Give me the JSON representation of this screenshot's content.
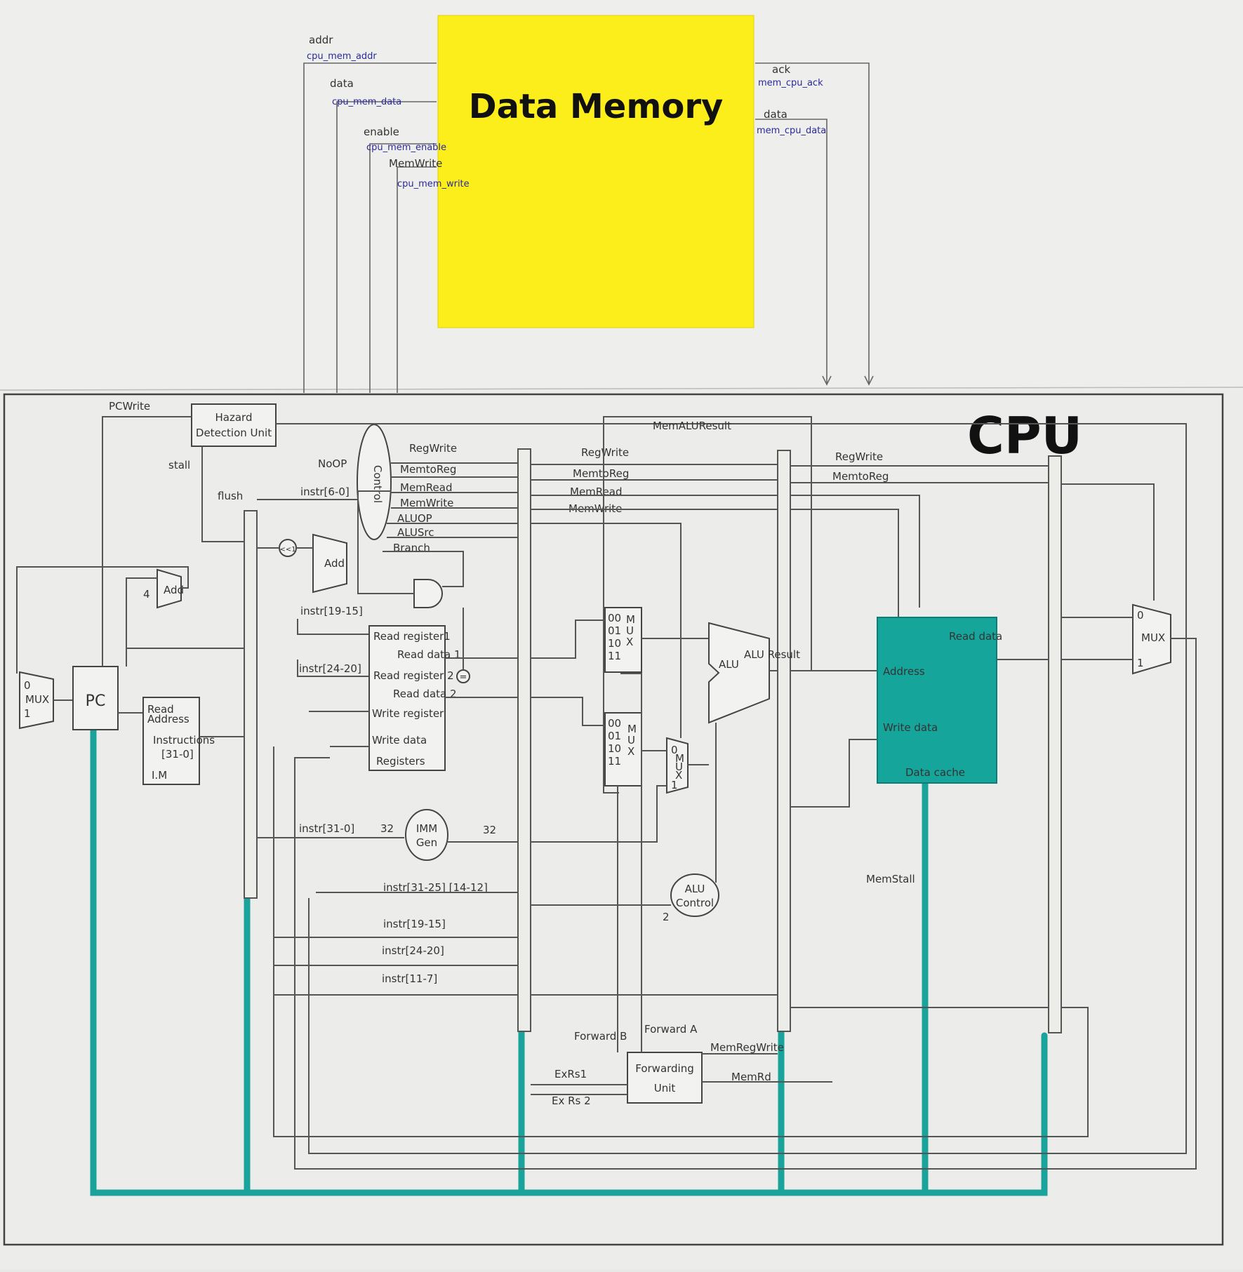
{
  "memory": {
    "title": "Data Memory",
    "left_ports": [
      {
        "name": "addr",
        "signal": "cpu_mem_addr"
      },
      {
        "name": "data",
        "signal": "cpu_mem_data"
      },
      {
        "name": "enable",
        "signal": "cpu_mem_enable"
      },
      {
        "name": "MemWrite",
        "signal": "cpu_mem_write"
      }
    ],
    "right_ports": [
      {
        "name": "ack",
        "signal": "mem_cpu_ack"
      },
      {
        "name": "data",
        "signal": "mem_cpu_data"
      }
    ]
  },
  "cpu": {
    "title": "CPU",
    "pc_write": "PCWrite",
    "stall": "stall",
    "flush": "flush",
    "noop": "NoOP",
    "hazard": [
      "Hazard",
      "Detection Unit"
    ],
    "control": "Control",
    "control_signals": [
      "RegWrite",
      "MemtoReg",
      "MemRead",
      "MemWrite",
      "ALUOP",
      "ALUSrc",
      "Branch"
    ],
    "ex_signals": [
      "RegWrite",
      "MemtoReg",
      "MemRead",
      "MemWrite"
    ],
    "mem_signals": [
      "RegWrite",
      "MemtoReg"
    ],
    "mux_pc": [
      "0",
      "MUX",
      "1"
    ],
    "pc": "PC",
    "im": [
      "Read",
      "Address",
      "Instructions",
      "[31-0]",
      "I.M"
    ],
    "add_pc": "Add",
    "add_pc_in": "4",
    "add_branch": "Add",
    "shift": "<<1",
    "instr_6_0": "instr[6-0]",
    "instr_19_15": "instr[19-15]",
    "instr_24_20": "instr[24-20]",
    "instr_31_0": "instr[31-0]",
    "regs": [
      "Read register1",
      "Read data 1",
      "Read register 2",
      "Read data 2",
      "Write register",
      "Write data",
      "Registers"
    ],
    "equal": "=",
    "imm": [
      "IMM",
      "Gen"
    ],
    "width_in": "32",
    "width_out": "32",
    "instr_funct": "instr[31-25] [14-12]",
    "instr_id_rs1": "instr[19-15]",
    "instr_id_rs2": "instr[24-20]",
    "instr_id_rd": "instr[11-7]",
    "mux_a": [
      "00",
      "01",
      "10",
      "11",
      "M",
      "U",
      "X"
    ],
    "mux_b": [
      "00",
      "01",
      "10",
      "11",
      "M",
      "U",
      "X"
    ],
    "mux_src": [
      "0",
      "M",
      "U",
      "X",
      "1"
    ],
    "alu": "ALU",
    "alu_result": "ALU Result",
    "alu_ctrl": [
      "ALU",
      "Control"
    ],
    "alu_ctrl_in": "2",
    "mem_alu_result": "MemALUResult",
    "dcache": [
      "Read data",
      "Address",
      "Write data",
      "Data cache"
    ],
    "memstall": "MemStall",
    "mux_wb": [
      "0",
      "MUX",
      "1"
    ],
    "forward_b": "Forward B",
    "forward_a": "Forward A",
    "fwd_unit": [
      "Forwarding",
      "Unit"
    ],
    "exrs1": "ExRs1",
    "exrs2": "Ex Rs 2",
    "mem_regwrite": "MemRegWrite",
    "mem_rd": "MemRd"
  }
}
